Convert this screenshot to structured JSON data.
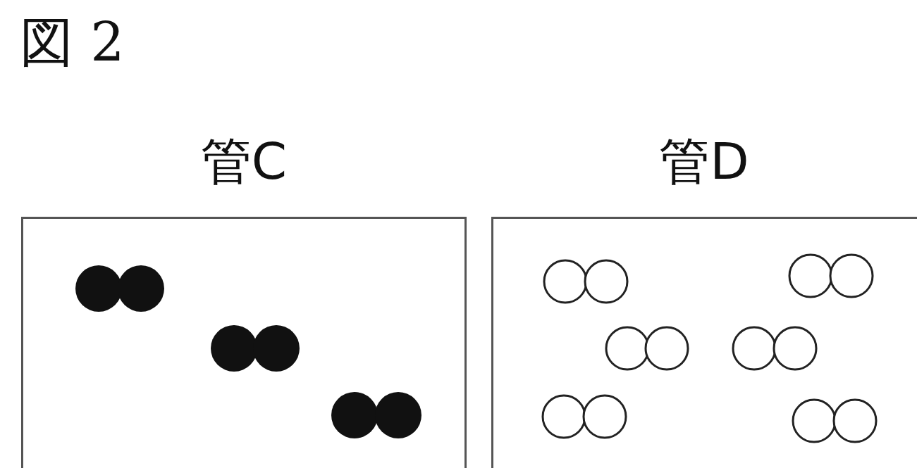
{
  "diagram": {
    "title": "図 2",
    "nodes": [
      {
        "text": [
          "管C"
        ]
      },
      {
        "text": [
          "管D"
        ]
      }
    ]
  }
}
